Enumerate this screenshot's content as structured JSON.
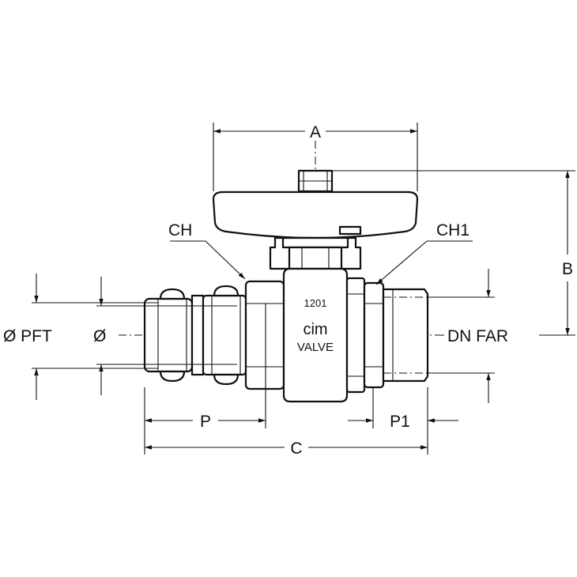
{
  "labels": {
    "dim_a": "A",
    "dim_b": "B",
    "dim_c": "C",
    "dim_p": "P",
    "dim_p1": "P1",
    "ch": "CH",
    "ch1": "CH1",
    "phi_pft": "Ø PFT",
    "phi": "Ø",
    "dn_far": "DN FAR"
  },
  "body_marking": {
    "model": "1201",
    "brand": "cim",
    "valve": "VALVE"
  },
  "colors": {
    "line": "#111111",
    "background": "#ffffff"
  }
}
